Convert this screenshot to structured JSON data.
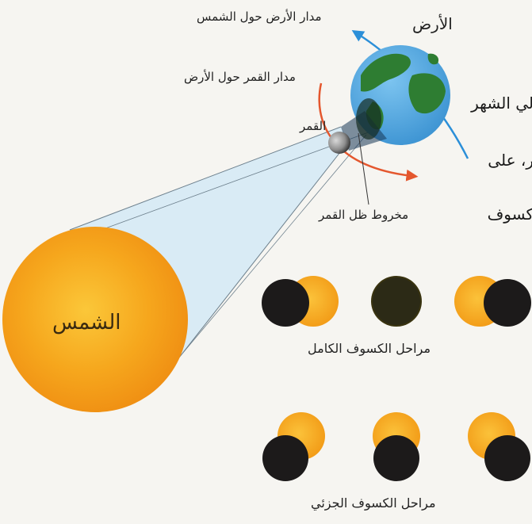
{
  "labels": {
    "earth": "الأرض",
    "earth_orbit": "مدار الأرض حول الشمس",
    "moon_orbit": "مدار القمر حول الأرض",
    "moon": "القمر",
    "shadow_cone": "مخروط ظل القمر",
    "sun": "الشمس"
  },
  "side_text": [
    "لي الشهر",
    "ر، على",
    "كسوف"
  ],
  "captions": {
    "total": "مراحل الكسوف الكامل",
    "partial": "مراحل الكسوف الجزئي"
  },
  "colors": {
    "background": "#f6f5f1",
    "sun": "#f7a91c",
    "moon_disc": "#1c1a1a",
    "earth_ocean": "#4fa8e2",
    "earth_land": "#2e7d32",
    "earth_orbit_arrow": "#2b8fd8",
    "moon_orbit_arrow": "#e4572e",
    "cone": "#b9dcf2"
  },
  "icons": [
    "sun",
    "earth",
    "moon",
    "eclipse-phase"
  ]
}
